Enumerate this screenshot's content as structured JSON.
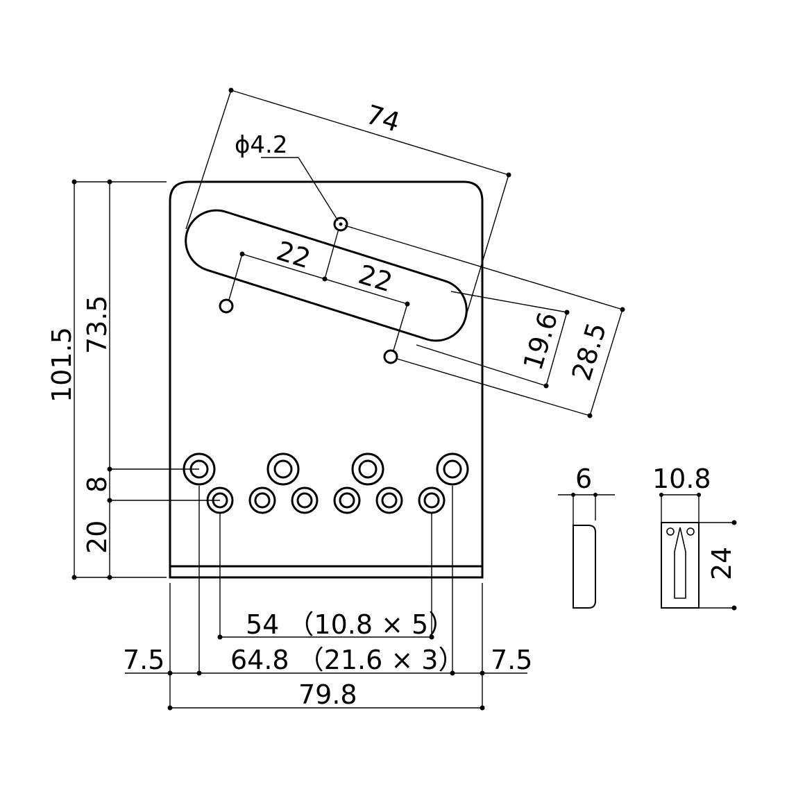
{
  "dimensions": {
    "length_74": "74",
    "hole_diameter": "ϕ4.2",
    "spacing_22_a": "22",
    "spacing_22_b": "22",
    "offset_19_6": "19.6",
    "offset_28_5": "28.5",
    "height_101_5": "101.5",
    "height_73_5": "73.5",
    "height_8": "8",
    "height_20": "20",
    "string_spacing_54": "54 （10.8 × 5）",
    "mount_spacing_64_8": "64.8 （21.6 × 3）",
    "edge_left_7_5": "7.5",
    "edge_right_7_5": "7.5",
    "width_79_8": "79.8",
    "saddle_width_6": "6",
    "saddle_length_10_8": "10.8",
    "saddle_height_24": "24"
  }
}
